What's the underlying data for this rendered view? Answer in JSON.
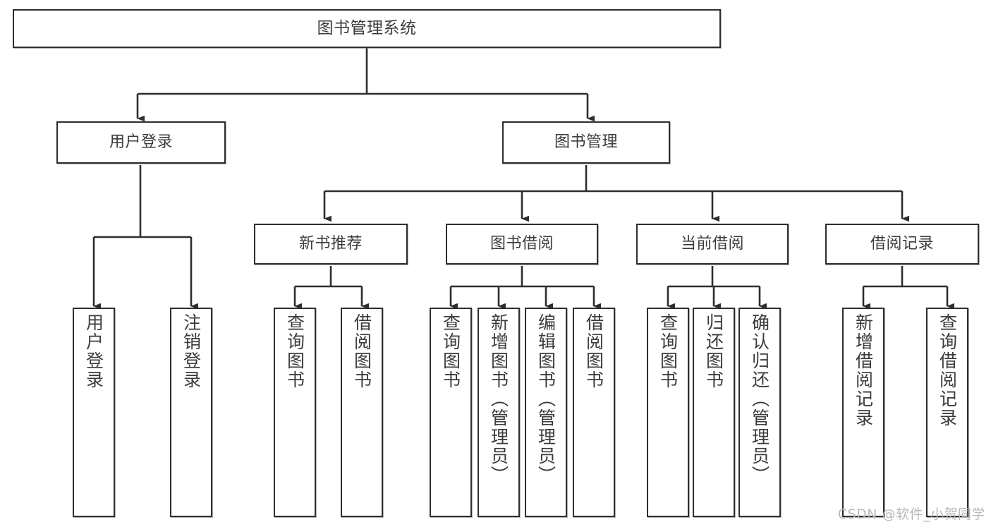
{
  "diagram": {
    "title": "图书管理系统",
    "type": "tree",
    "colors": {
      "box_border": "#2e2e2e",
      "box_fill": "#ffffff",
      "text": "#3b3b3b",
      "edge": "#2e2e2e",
      "watermark": "#b9b9b9",
      "background": "#ffffff"
    },
    "nodes": {
      "root": {
        "label": "图书管理系统"
      },
      "level2": [
        {
          "id": "user-login",
          "label": "用户登录"
        },
        {
          "id": "book-manage",
          "label": "图书管理"
        }
      ],
      "level3": [
        {
          "id": "new-book-rec",
          "label": "新书推荐"
        },
        {
          "id": "book-borrow",
          "label": "图书借阅"
        },
        {
          "id": "current-borrow",
          "label": "当前借阅"
        },
        {
          "id": "borrow-record",
          "label": "借阅记录"
        }
      ],
      "leaves": {
        "user-login": [
          {
            "id": "leaf-user-login",
            "label": "用户登录"
          },
          {
            "id": "leaf-logout",
            "label": "注销登录"
          }
        ],
        "new-book-rec": [
          {
            "id": "leaf-query-book-1",
            "label": "查询图书"
          },
          {
            "id": "leaf-borrow-book-1",
            "label": "借阅图书"
          }
        ],
        "book-borrow": [
          {
            "id": "leaf-query-book-2",
            "label": "查询图书"
          },
          {
            "id": "leaf-add-book",
            "label": "新增图书（管理员）"
          },
          {
            "id": "leaf-edit-book",
            "label": "编辑图书（管理员）"
          },
          {
            "id": "leaf-borrow-book-2",
            "label": "借阅图书"
          }
        ],
        "current-borrow": [
          {
            "id": "leaf-query-book-3",
            "label": "查询图书"
          },
          {
            "id": "leaf-return-book",
            "label": "归还图书"
          },
          {
            "id": "leaf-confirm-return",
            "label": "确认归还（管理员）"
          }
        ],
        "borrow-record": [
          {
            "id": "leaf-add-record",
            "label": "新增借阅记录"
          },
          {
            "id": "leaf-query-record",
            "label": "查询借阅记录"
          }
        ]
      }
    },
    "watermark": "CSDN @软件_小贺同学"
  }
}
